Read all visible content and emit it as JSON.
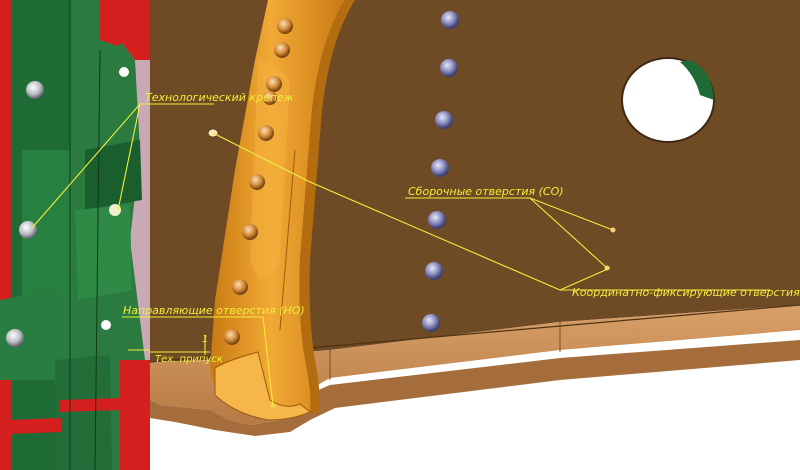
{
  "annotations": {
    "tech_fastening": "Технологический крепеж",
    "assembly_holes": "Сборочные отверстия (СО)",
    "coord_fixing_holes": "Координатно-фиксирующие отверстия (КФО)",
    "guide_holes": "Направляющие отверстия (НО)",
    "tech_allowance": "Тех. припуск",
    "allowance_value": "1"
  },
  "colors": {
    "panel": "#6e4a25",
    "frame": "#e59a22",
    "frame_dark": "#b46c10",
    "fixture_green": "#1f6b35",
    "fixture_red": "#d51e1e",
    "backing_pink": "#c9a9b6",
    "bolt": "#6c6ea8",
    "annotation": "#f2ee3a"
  }
}
